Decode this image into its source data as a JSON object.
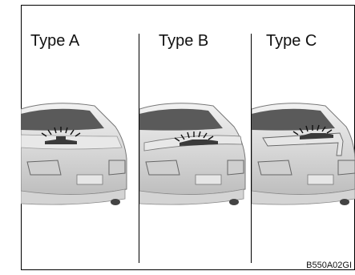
{
  "types": [
    {
      "label": "Type A"
    },
    {
      "label": "Type B"
    },
    {
      "label": "Type C"
    }
  ],
  "figure_code": "B550A02GI",
  "highlight_color": "#ffffff"
}
